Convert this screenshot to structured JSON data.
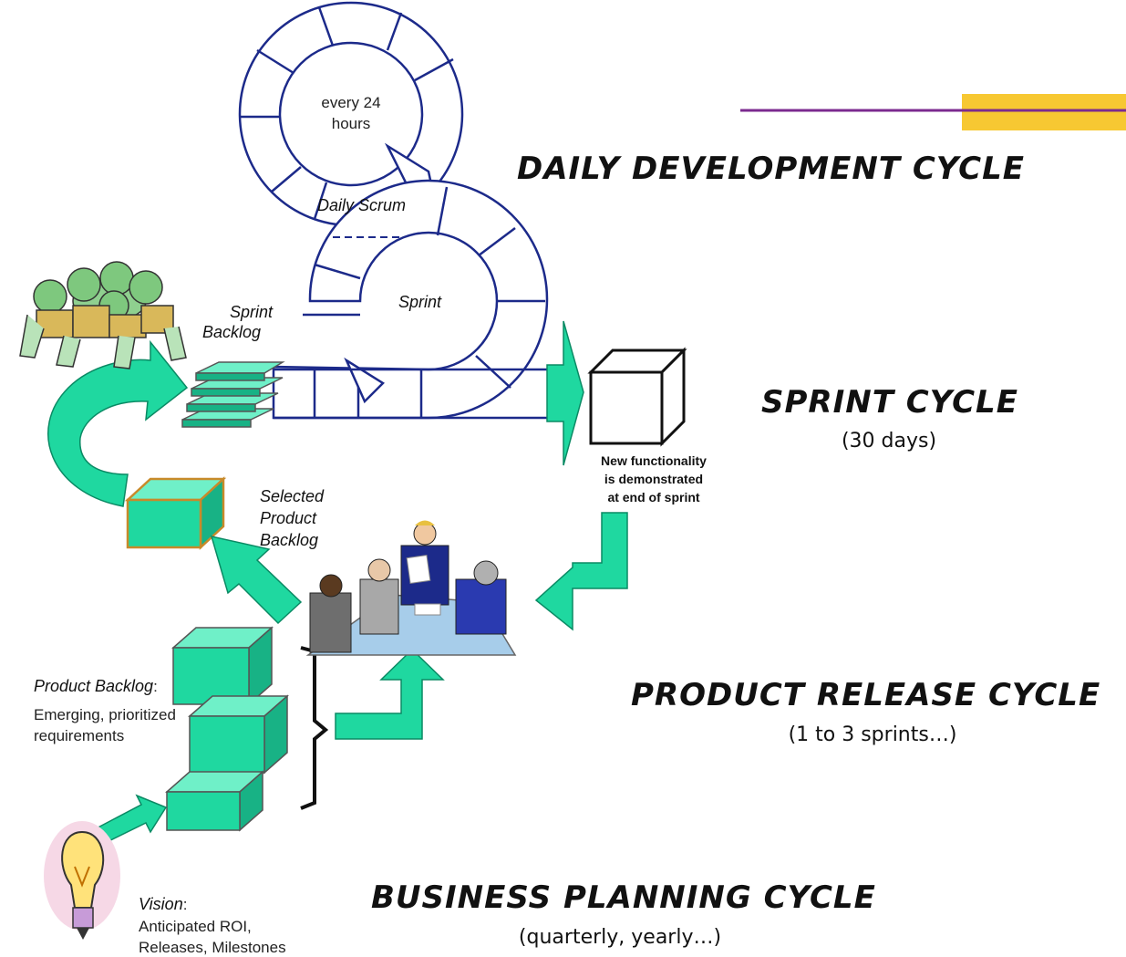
{
  "colors": {
    "accent_purple": "#7b2a8f",
    "accent_yellow": "#f7c832",
    "arrow_green": "#1fd8a0",
    "ring_blue": "#1c2a8a"
  },
  "cycles": {
    "daily": {
      "title": "DAILY DEVELOPMENT CYCLE"
    },
    "sprint": {
      "title": "SPRINT CYCLE",
      "subtitle": "(30 days)"
    },
    "release": {
      "title": "PRODUCT RELEASE CYCLE",
      "subtitle": "(1 to 3 sprints…)"
    },
    "business": {
      "title": "BUSINESS PLANNING CYCLE",
      "subtitle": "(quarterly, yearly…)"
    }
  },
  "labels": {
    "every_24_line1": "every 24",
    "every_24_line2": "hours",
    "daily_scrum": "Daily Scrum",
    "sprint": "Sprint",
    "sprint_backlog_line1": "Sprint",
    "sprint_backlog_line2": "Backlog",
    "selected_line1": "Selected",
    "selected_line2": "Product",
    "selected_line3": "Backlog",
    "new_func_line1": "New functionality",
    "new_func_line2": "is demonstrated",
    "new_func_line3": "at end of sprint",
    "product_backlog_title": "Product Backlog",
    "product_backlog_colon": ":",
    "product_backlog_line2": "Emerging, prioritized",
    "product_backlog_line3": "requirements",
    "vision_title": "Vision",
    "vision_colon": ":",
    "vision_line2": "Anticipated ROI,",
    "vision_line3": "Releases, Milestones"
  },
  "icons": [
    "team-huddle-illustration",
    "meeting-table-illustration",
    "lightbulb-icon",
    "deliverable-cube-icon"
  ]
}
